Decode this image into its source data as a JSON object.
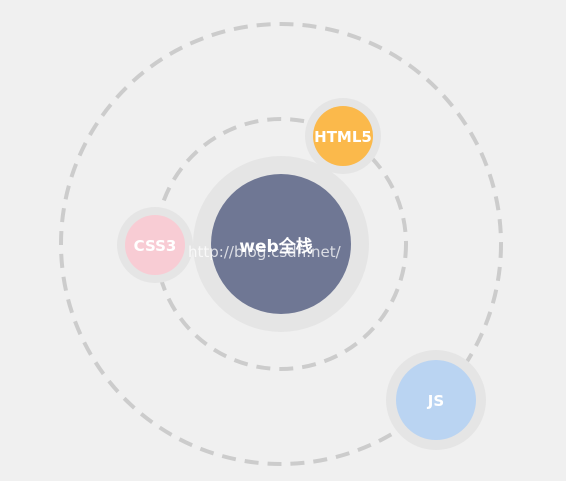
{
  "center": {
    "label": "web全栈",
    "color": "#6f7794"
  },
  "nodes": [
    {
      "id": "html5",
      "label": "HTML5",
      "color": "#fbb94b"
    },
    {
      "id": "css3",
      "label": "CSS3",
      "color": "#f8ccd4"
    },
    {
      "id": "js",
      "label": "JS",
      "color": "#bad4f2"
    }
  ],
  "orbit_color": "#cccccc",
  "halo_color": "#e5e5e5",
  "watermark": "http://blog.csdn.net/"
}
